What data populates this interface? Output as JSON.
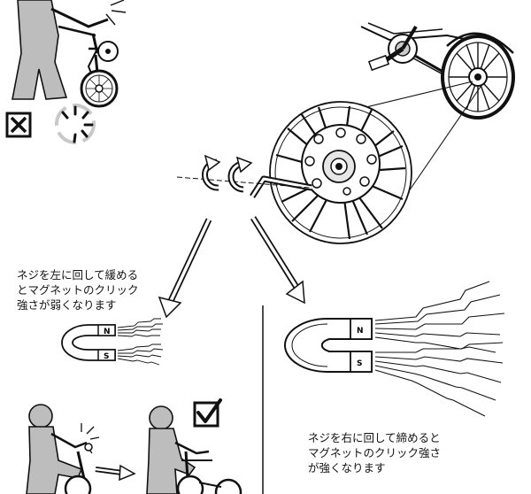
{
  "captions": {
    "loosen": "ネジを左に回して緩める\nとマグネットのクリック\n強さが弱くなります",
    "tighten": "ネジを右に回して締めると\nマグネットのクリック強さ\nが強くなります"
  },
  "magnet_left": {
    "north": "N",
    "south": "S"
  },
  "magnet_right": {
    "north": "N",
    "south": "S"
  },
  "marks": {
    "wrong": "cross-box-icon",
    "right": "check-box-icon"
  }
}
